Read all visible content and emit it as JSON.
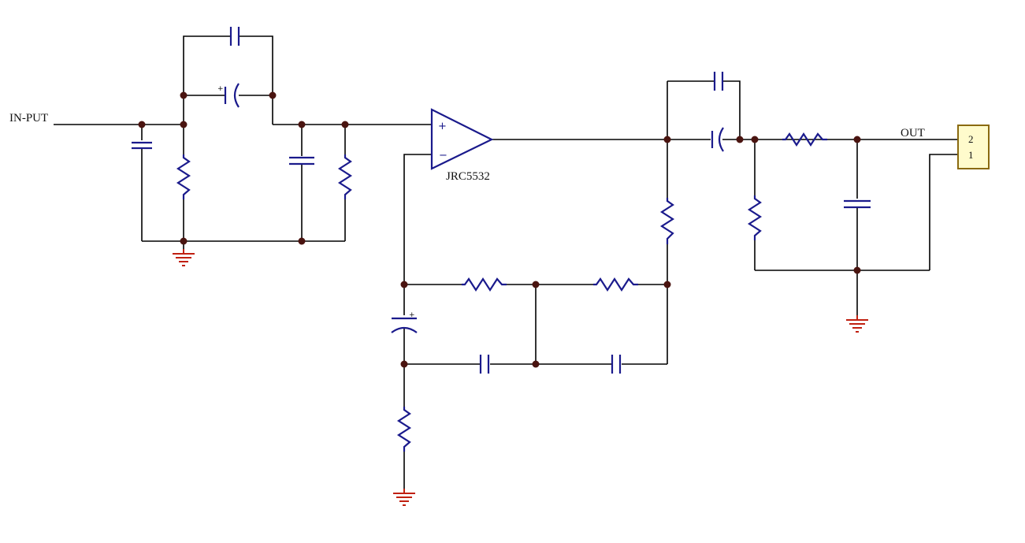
{
  "labels": {
    "input": "IN-PUT",
    "output": "OUT",
    "opamp": "JRC5532",
    "opamp_plus": "+",
    "opamp_minus": "−",
    "polarity": "+"
  },
  "connector": {
    "pin_top": "2",
    "pin_bottom": "1"
  },
  "colors": {
    "wire": "#000000",
    "component": "#1a1a8c",
    "ground": "#c02010",
    "junction": "#4a1410",
    "connector_fill": "#fffbcc",
    "connector_border": "#8a6a10"
  }
}
